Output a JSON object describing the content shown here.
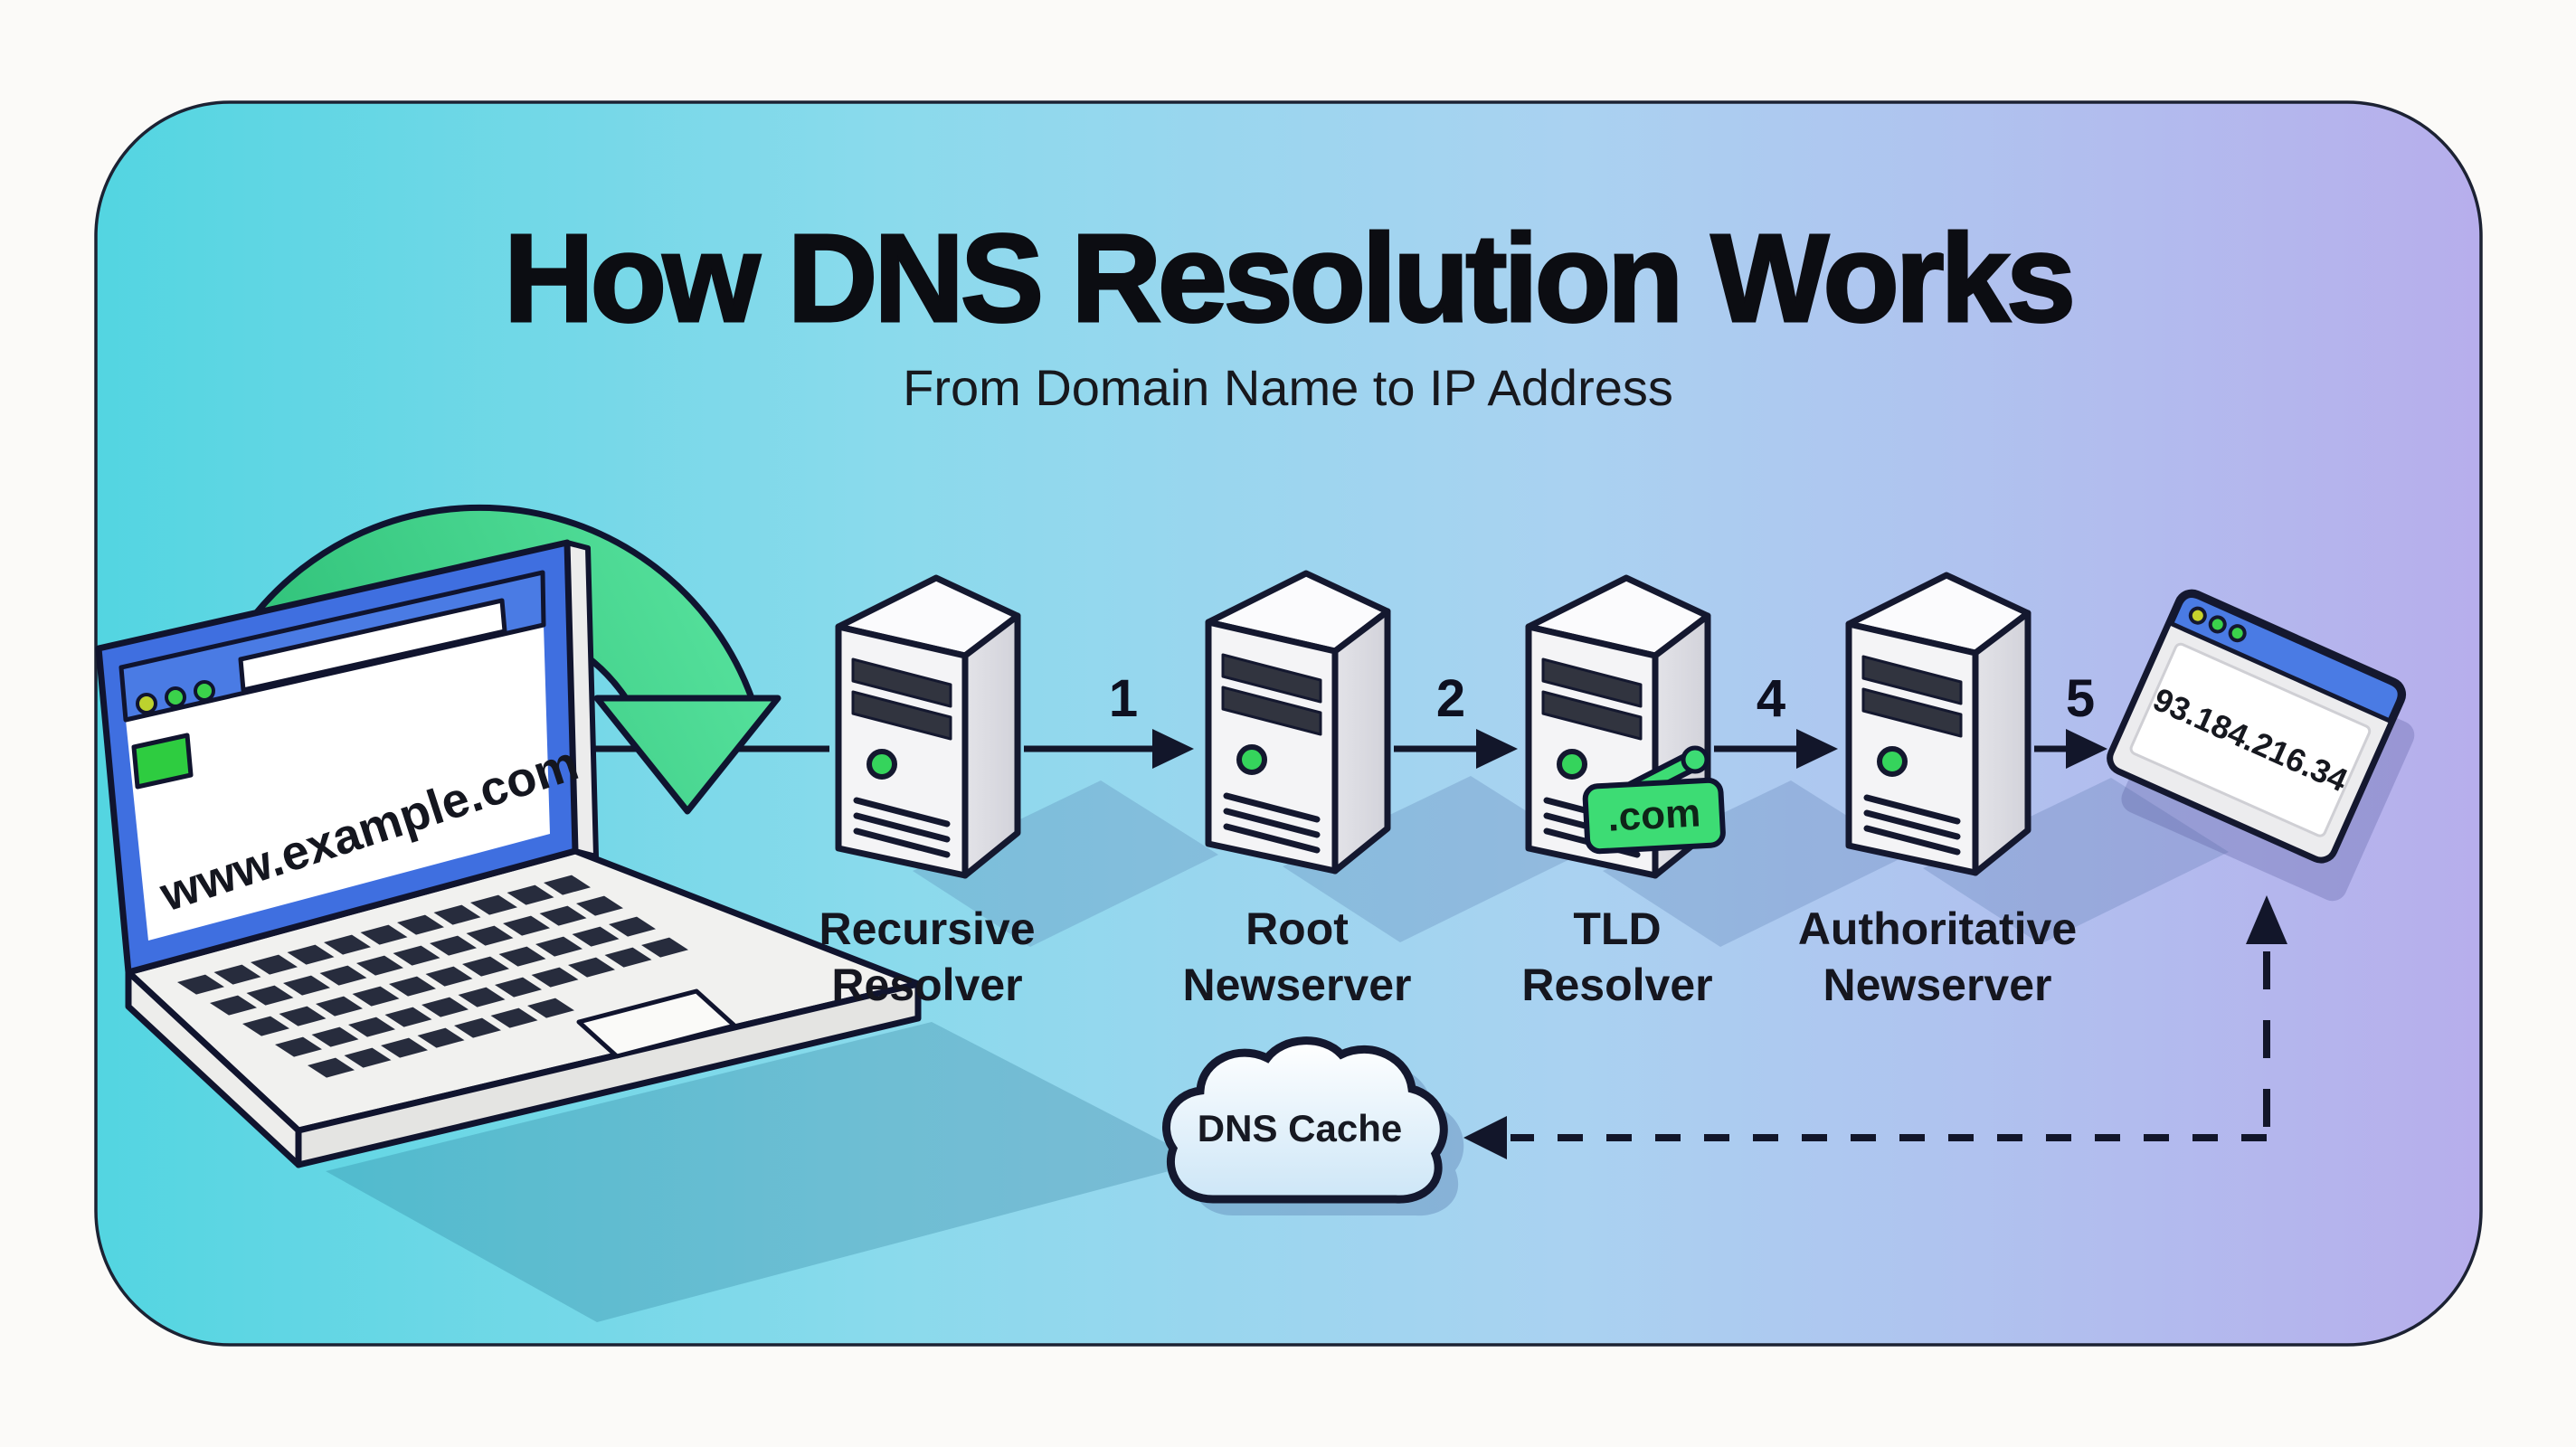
{
  "header": {
    "title": "How DNS Resolution Works",
    "subtitle": "From Domain Name to IP Address"
  },
  "client": {
    "screen_url": "www.example.com"
  },
  "flow": {
    "nodes": [
      {
        "id": "recursive-resolver",
        "line1": "Recursive",
        "line2": "Resolver"
      },
      {
        "id": "root-nameserver",
        "line1": "Root",
        "line2": "Newserver"
      },
      {
        "id": "tld-resolver",
        "line1": "TLD",
        "line2": "Resolver"
      },
      {
        "id": "authoritative-nameserver",
        "line1": "Authoritative",
        "line2": "Newserver"
      }
    ],
    "steps": [
      "1",
      "2",
      "4",
      "5"
    ],
    "tld_tag": ".com"
  },
  "result": {
    "ip": "93.184.216.34"
  },
  "cache": {
    "label": "DNS Cache"
  },
  "colors": {
    "accent_green": "#3ddc74",
    "browser_blue": "#4a7be4",
    "outline": "#14182f",
    "panel_gradient_left": "#57d6e2",
    "panel_gradient_right": "#b7aeec"
  }
}
